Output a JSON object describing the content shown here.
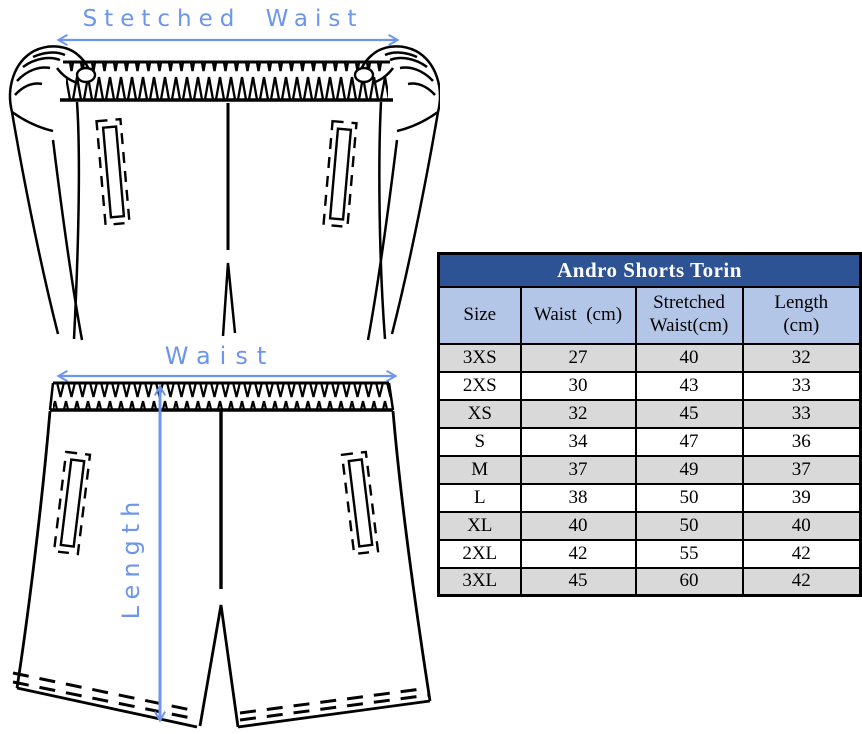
{
  "annotations": {
    "stretched_waist": "Stetched Waist",
    "waist": "Waist",
    "length": "Length"
  },
  "size_chart": {
    "title": "Andro Shorts Torin",
    "columns": [
      "Size",
      "Waist  (cm)",
      "Stretched\nWaist(cm)",
      "Length\n(cm)"
    ],
    "rows": [
      {
        "size": "3XS",
        "waist": "27",
        "stretched_waist": "40",
        "length": "32"
      },
      {
        "size": "2XS",
        "waist": "30",
        "stretched_waist": "43",
        "length": "33"
      },
      {
        "size": "XS",
        "waist": "32",
        "stretched_waist": "45",
        "length": "33"
      },
      {
        "size": "S",
        "waist": "34",
        "stretched_waist": "47",
        "length": "36"
      },
      {
        "size": "M",
        "waist": "37",
        "stretched_waist": "49",
        "length": "37"
      },
      {
        "size": "L",
        "waist": "38",
        "stretched_waist": "50",
        "length": "39"
      },
      {
        "size": "XL",
        "waist": "40",
        "stretched_waist": "50",
        "length": "40"
      },
      {
        "size": "2XL",
        "waist": "42",
        "stretched_waist": "55",
        "length": "42"
      },
      {
        "size": "3XL",
        "waist": "45",
        "stretched_waist": "60",
        "length": "42"
      }
    ]
  },
  "colors": {
    "annotation_blue": "#6D95EB",
    "table_title_bg": "#2E5394",
    "table_header_bg": "#B4C6E7",
    "table_alt_row_bg": "#D9D9D9",
    "line_art": "#000000"
  },
  "icons": [
    "stretched-waist-arrow",
    "waist-arrow",
    "length-arrow"
  ]
}
